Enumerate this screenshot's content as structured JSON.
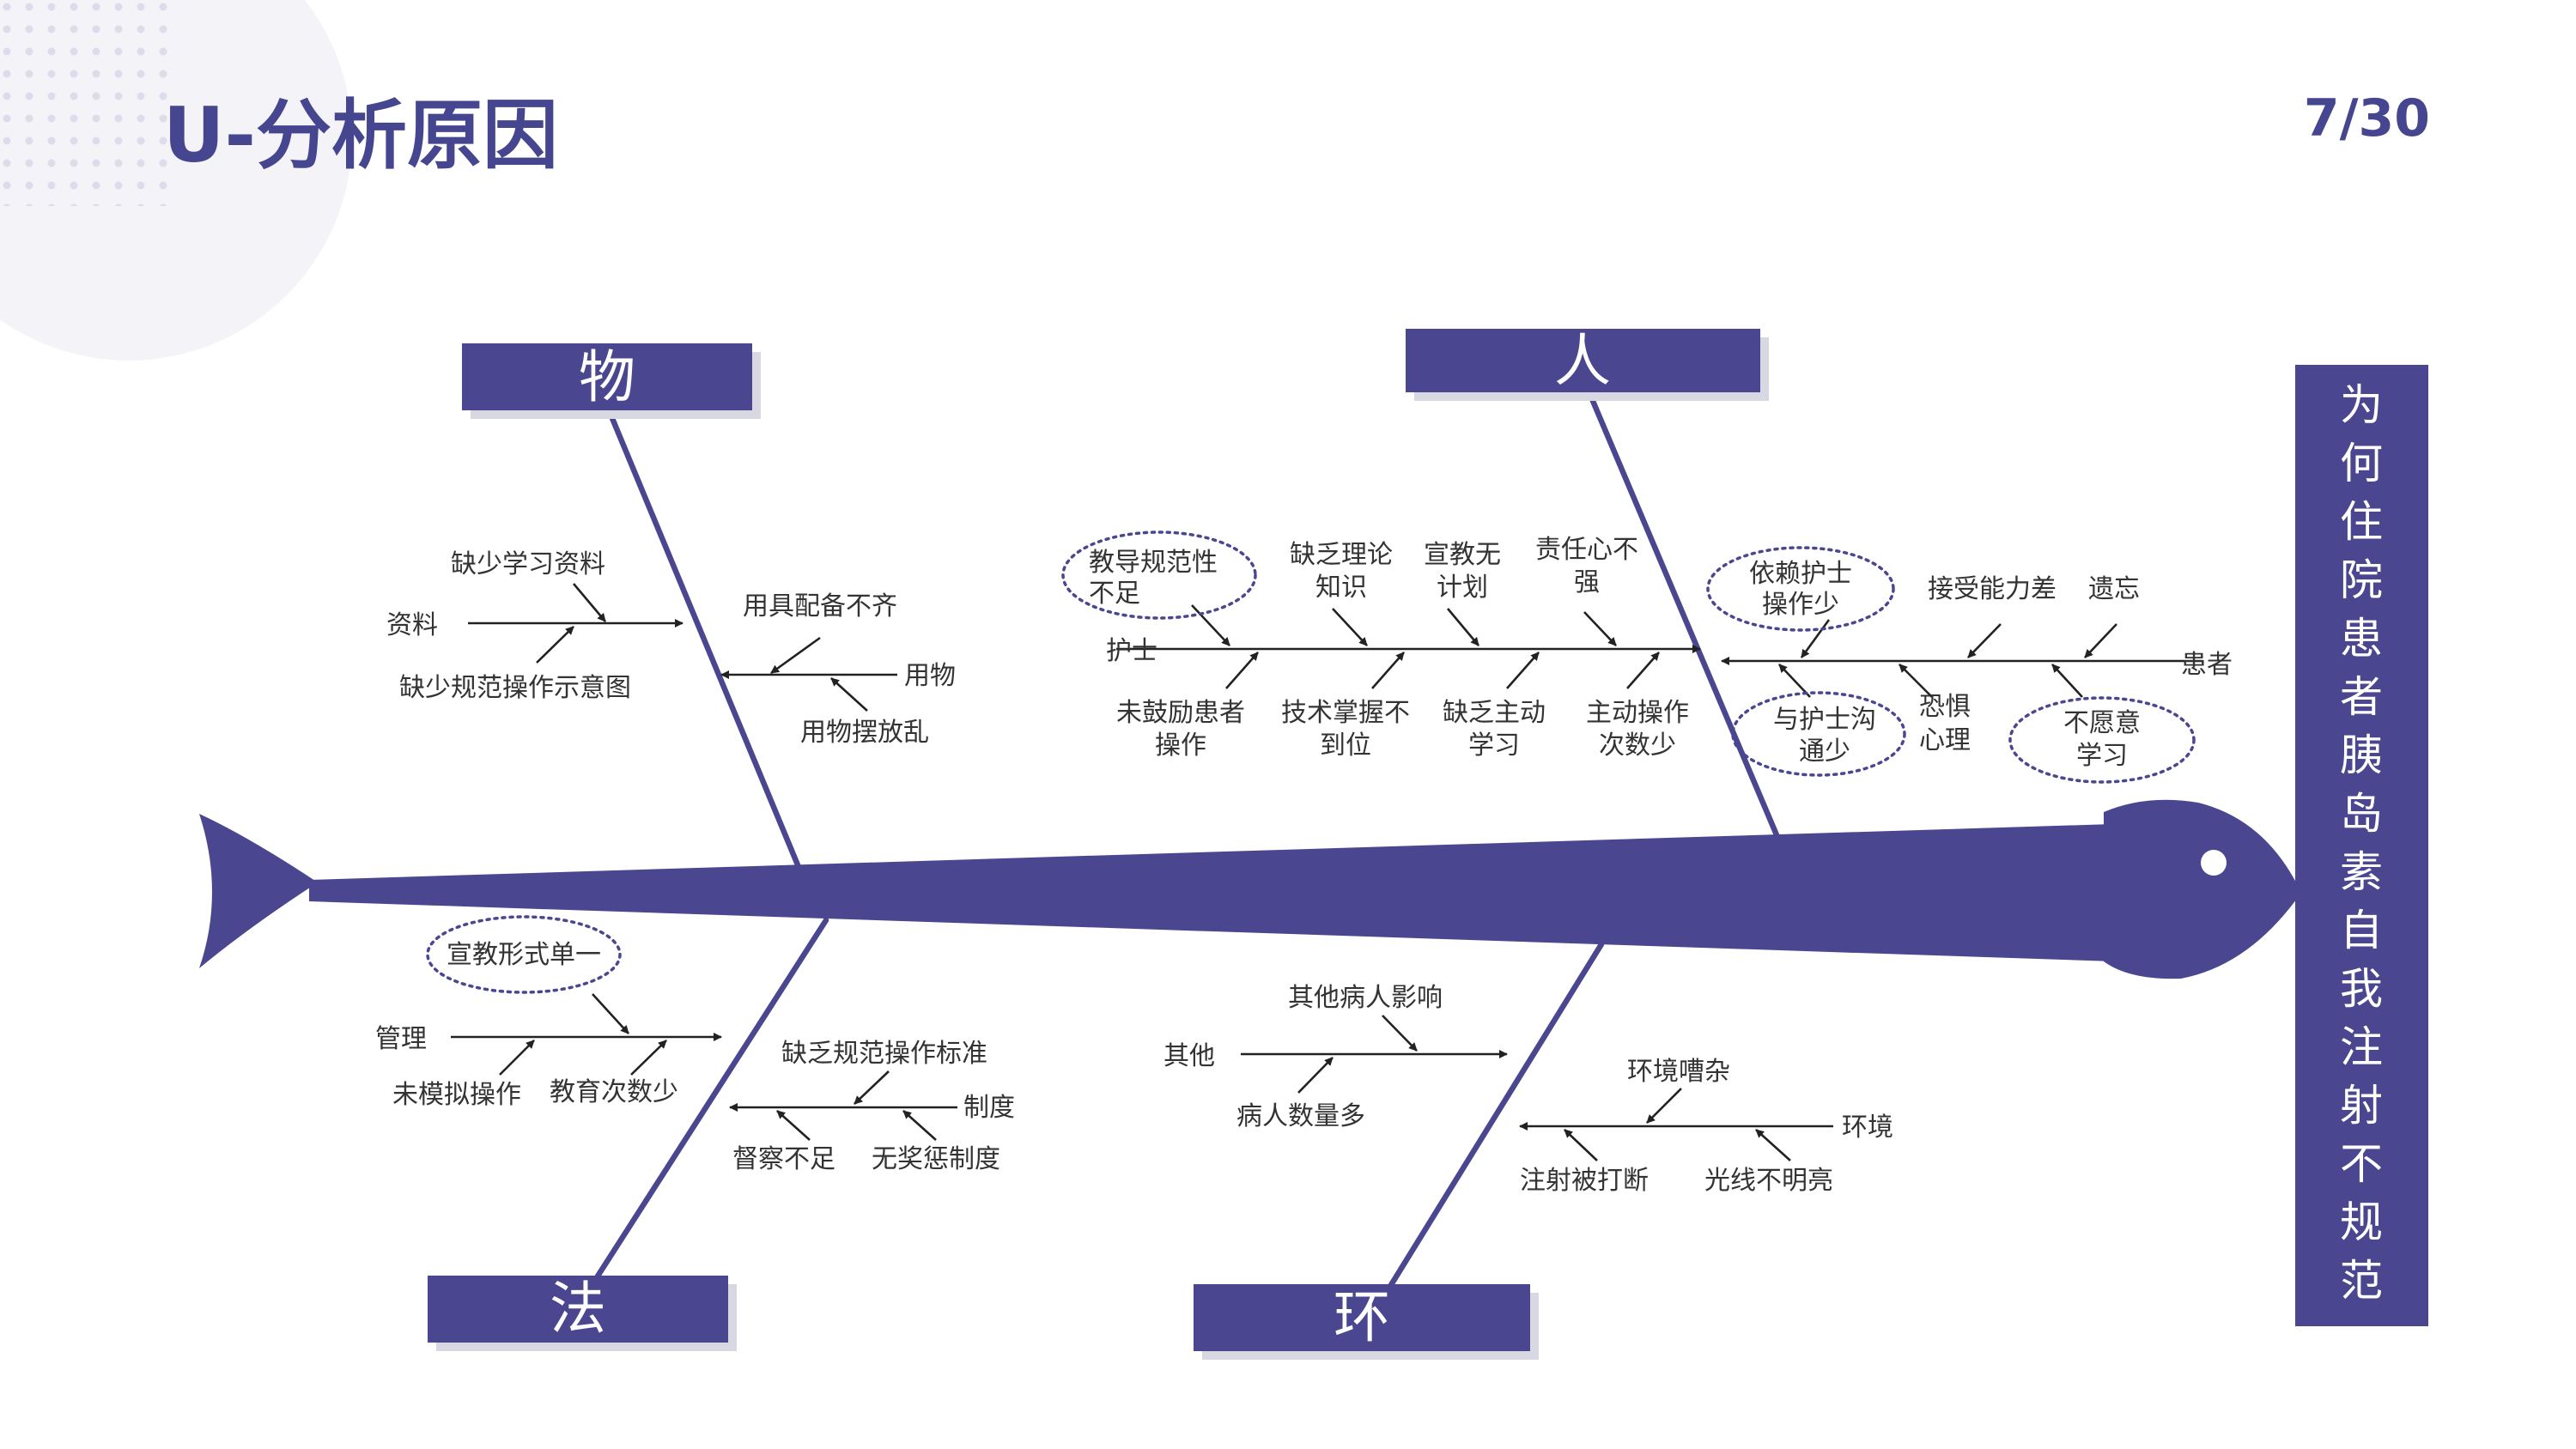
{
  "header": {
    "title": "U-分析原因",
    "page": "7/30"
  },
  "head_text": [
    "为",
    "何",
    "住",
    "院",
    "患",
    "者",
    "胰",
    "岛",
    "素",
    "自",
    "我",
    "注",
    "射",
    "不",
    "规",
    "范"
  ],
  "categories": {
    "wu": "物",
    "ren": "人",
    "fa": "法",
    "huan": "环"
  },
  "causes": {
    "wu": {
      "ziliao": "资料",
      "quefa_ziliao": "缺少学习资料",
      "quefa_shiyitu": "缺少规范操作示意图",
      "yongwu": "用物",
      "yongju": "用具配备不齐",
      "baifang": "用物摆放乱"
    },
    "ren": {
      "hushi": "护士",
      "jiaodao": [
        "教导规范性",
        "不足"
      ],
      "lilun": [
        "缺乏理论",
        "知识"
      ],
      "xuanjiao": [
        "宣教无",
        "计划"
      ],
      "zeren": [
        "责任心不",
        "强"
      ],
      "guli": [
        "未鼓励患者",
        "操作"
      ],
      "jishu": [
        "技术掌握不",
        "到位"
      ],
      "zhudong": [
        "缺乏主动",
        "学习"
      ],
      "caozuo": [
        "主动操作",
        "次数少"
      ],
      "huanzhe": "患者",
      "yilai": [
        "依赖护士",
        "操作少"
      ],
      "jieshou": "接受能力差",
      "yiwang": "遗忘",
      "goutong": [
        "与护士沟",
        "通少"
      ],
      "kongju": [
        "恐惧",
        "心理"
      ],
      "buyuan": [
        "不愿意",
        "学习"
      ]
    },
    "fa": {
      "guanli": "管理",
      "xingshi": "宣教形式单一",
      "moni": "未模拟操作",
      "jiaoyu": "教育次数少",
      "zhidu": "制度",
      "biaozhun": "缺乏规范操作标准",
      "ducha": "督察不足",
      "jiangcheng": "无奖惩制度"
    },
    "huan": {
      "qita": "其他",
      "yingxiang": "其他病人影响",
      "shuliang": "病人数量多",
      "huanjing": "环境",
      "cazha": "环境嘈杂",
      "daduan": "注射被打断",
      "guangxian": "光线不明亮"
    }
  },
  "colors": {
    "primary": "#4a4790",
    "title": "#46458f",
    "text": "#333333"
  }
}
